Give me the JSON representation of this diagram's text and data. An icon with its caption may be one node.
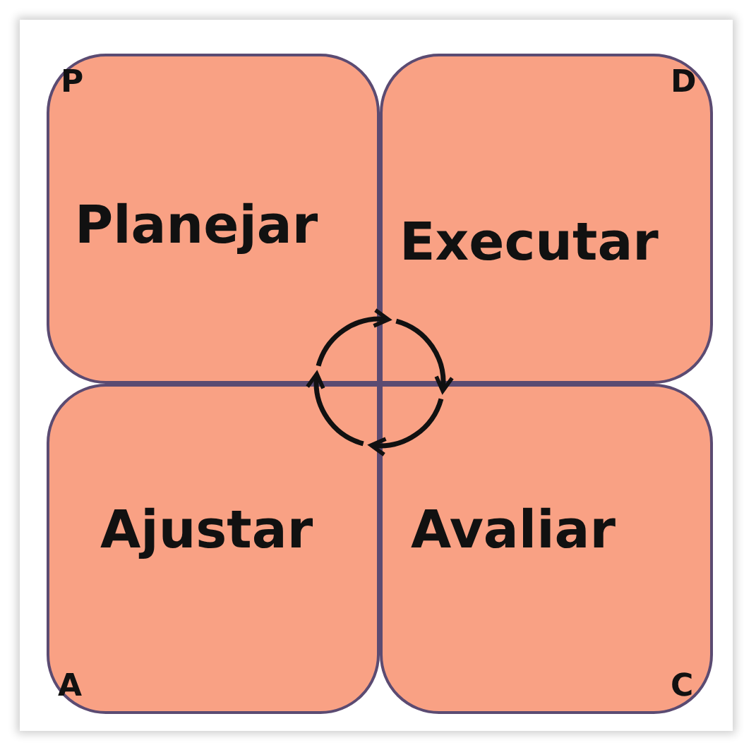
{
  "diagram": {
    "nodes": [
      {
        "text": [
          "P",
          "Planejar"
        ]
      },
      {
        "text": [
          "D",
          "Executar"
        ]
      },
      {
        "text": [
          "Ajustar",
          "A"
        ]
      },
      {
        "text": [
          "Avaliar",
          "C"
        ]
      }
    ],
    "edges": [
      {
        "from": 0,
        "to": 1,
        "arrow": "to"
      },
      {
        "from": 1,
        "to": 3,
        "arrow": "to"
      },
      {
        "from": 3,
        "to": 2,
        "arrow": "to"
      },
      {
        "from": 2,
        "to": 0,
        "arrow": "to"
      }
    ]
  }
}
